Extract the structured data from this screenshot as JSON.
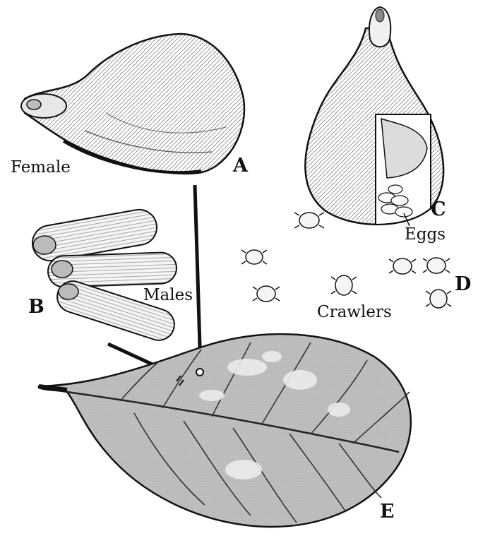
{
  "labels": {
    "female": "Female",
    "males": "Males",
    "eggs": "Eggs",
    "crawlers": "Crawlers",
    "a": "A",
    "b": "B",
    "c": "C",
    "d": "D",
    "e": "E"
  },
  "colors": {
    "ink": "#111111",
    "shade": "#9a9a9a",
    "leaf": "#bdbdbd",
    "paper": "#ffffff"
  }
}
